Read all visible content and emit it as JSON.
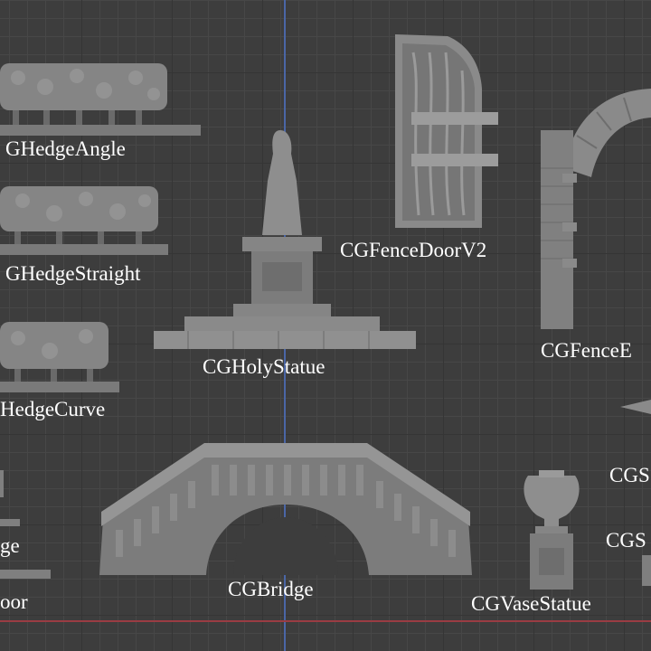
{
  "scene": {
    "labels": {
      "hedge_angle": "GHedgeAngle",
      "hedge_straight": "GHedgeStraight",
      "hedge_curve": "HedgeCurve",
      "partial_ge": "ge",
      "partial_door": "oor",
      "holy_statue": "CGHolyStatue",
      "fence_door_v2": "CGFenceDoorV2",
      "fence_e": "CGFenceE",
      "bridge": "CGBridge",
      "vase_statue": "CGVaseStatue",
      "cgs_1": "CGS",
      "cgs_2": "CGS"
    }
  },
  "colors": {
    "background": "#3d3d3d",
    "grid_minor": "#474747",
    "grid_major": "#353535",
    "axis_y": "#4a66a6",
    "axis_x": "#9a3c43",
    "model_gray": "#8c8c8c",
    "label_text": "#ffffff"
  }
}
